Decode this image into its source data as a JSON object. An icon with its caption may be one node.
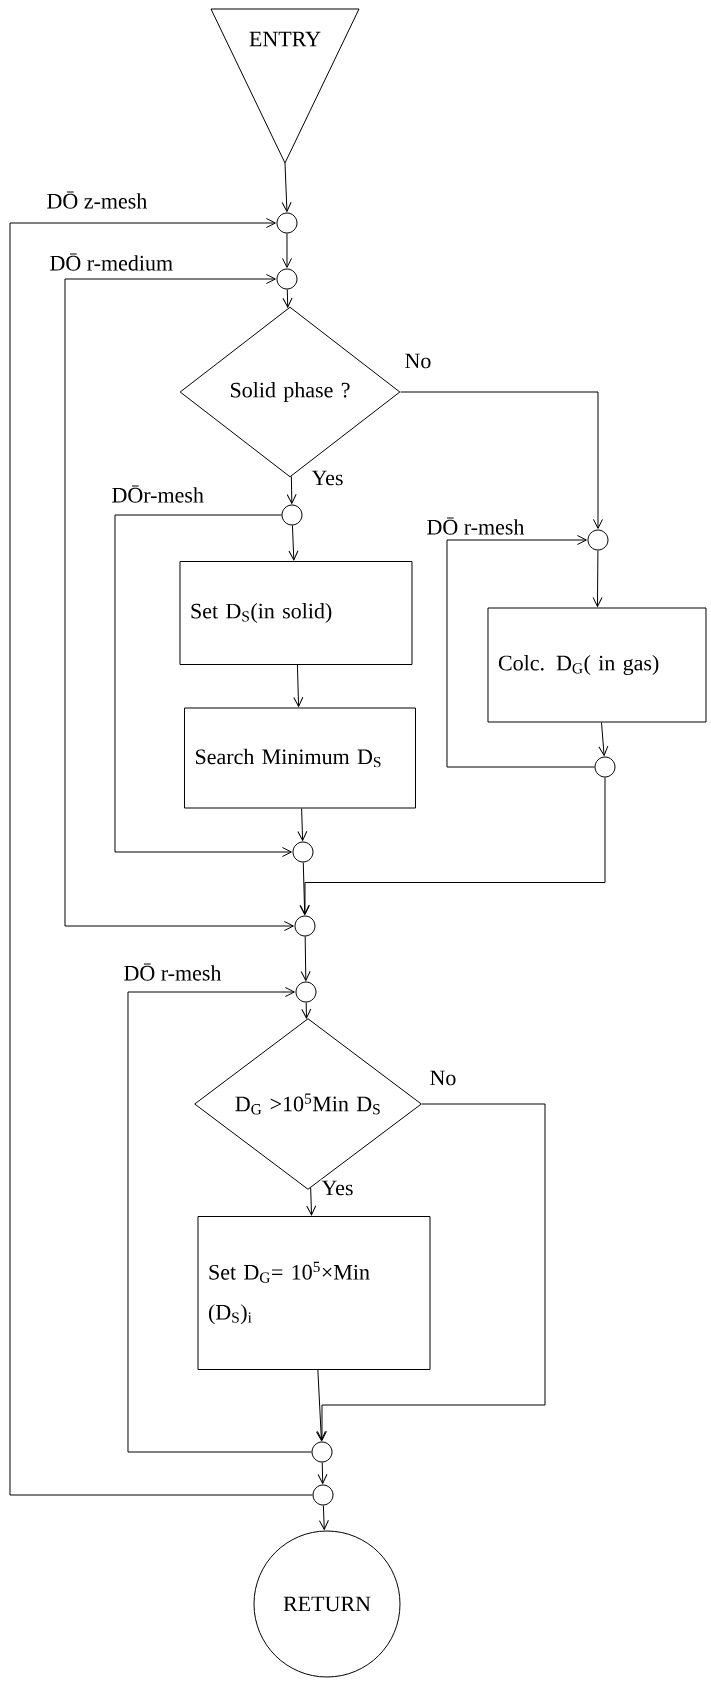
{
  "diagram": {
    "nodes": [
      {
        "text": [
          "ENTRY"
        ]
      },
      {
        "text": [],
        "shape": "circle"
      },
      {
        "text": [],
        "shape": "circle"
      },
      {
        "text": [
          "Solid phase ?"
        ]
      },
      {
        "text": [],
        "shape": "circle"
      },
      {
        "text": [],
        "shape": "circle"
      },
      {
        "text": [
          "Set D$_{S}$(in solid)"
        ]
      },
      {
        "text": [
          "Search Minimum D$_{S}$"
        ]
      },
      {
        "text": [
          "Colc. D$_{G}$( in gas)"
        ]
      },
      {
        "text": [],
        "shape": "circle"
      },
      {
        "text": [],
        "shape": "circle"
      },
      {
        "text": [],
        "shape": "circle"
      },
      {
        "text": [],
        "shape": "circle"
      },
      {
        "text": [
          "D$_{G}$ >10$^{5}$Min D$_{S}$"
        ]
      },
      {
        "text": [
          "Set D$_{G}$= 10$^{5}$×Min (D$_{S}$)$_{i}$"
        ]
      },
      {
        "text": [],
        "shape": "circle"
      },
      {
        "text": [],
        "shape": "circle"
      },
      {
        "text": [
          "RETURN"
        ]
      }
    ],
    "edges": [
      {
        "from": 0,
        "to": 1,
        "arrow": "to"
      },
      {
        "from": 1,
        "to": 2,
        "arrow": "to"
      },
      {
        "from": 2,
        "to": 3,
        "arrow": "to"
      },
      {
        "from": 3,
        "to": 4,
        "arrow": "to",
        "label": "Yes"
      },
      {
        "from": 3,
        "to": 5,
        "arrow": "to",
        "label": "No"
      },
      {
        "from": 4,
        "to": 6,
        "arrow": "to"
      },
      {
        "from": 6,
        "to": 7,
        "arrow": "to"
      },
      {
        "from": 7,
        "to": 10,
        "arrow": "to"
      },
      {
        "from": 5,
        "to": 8,
        "arrow": "to"
      },
      {
        "from": 8,
        "to": 9,
        "arrow": "to"
      },
      {
        "from": 9,
        "to": 11,
        "arrow": "to"
      },
      {
        "from": 10,
        "to": 11,
        "arrow": "to"
      },
      {
        "from": 11,
        "to": 12,
        "arrow": "to"
      },
      {
        "from": 12,
        "to": 13,
        "arrow": "to"
      },
      {
        "from": 13,
        "to": 14,
        "arrow": "to",
        "label": "Yes"
      },
      {
        "from": 13,
        "to": 15,
        "arrow": "to",
        "label": "No"
      },
      {
        "from": 14,
        "to": 15,
        "arrow": "to"
      },
      {
        "from": 15,
        "to": 16,
        "arrow": "to"
      },
      {
        "from": 16,
        "to": 17,
        "arrow": "to"
      },
      {
        "from": 16,
        "to": 1,
        "arrow": "to",
        "label": "DŌ z-mesh"
      },
      {
        "from": 11,
        "to": 2,
        "arrow": "both",
        "label": "DŌ r-medium"
      },
      {
        "from": 4,
        "to": 10,
        "arrow": "to",
        "label": "DŌr-mesh"
      },
      {
        "from": 9,
        "to": 5,
        "arrow": "to",
        "label": "DŌ r-mesh"
      },
      {
        "from": 15,
        "to": 12,
        "arrow": "to",
        "label": "DŌ r-mesh"
      }
    ]
  }
}
